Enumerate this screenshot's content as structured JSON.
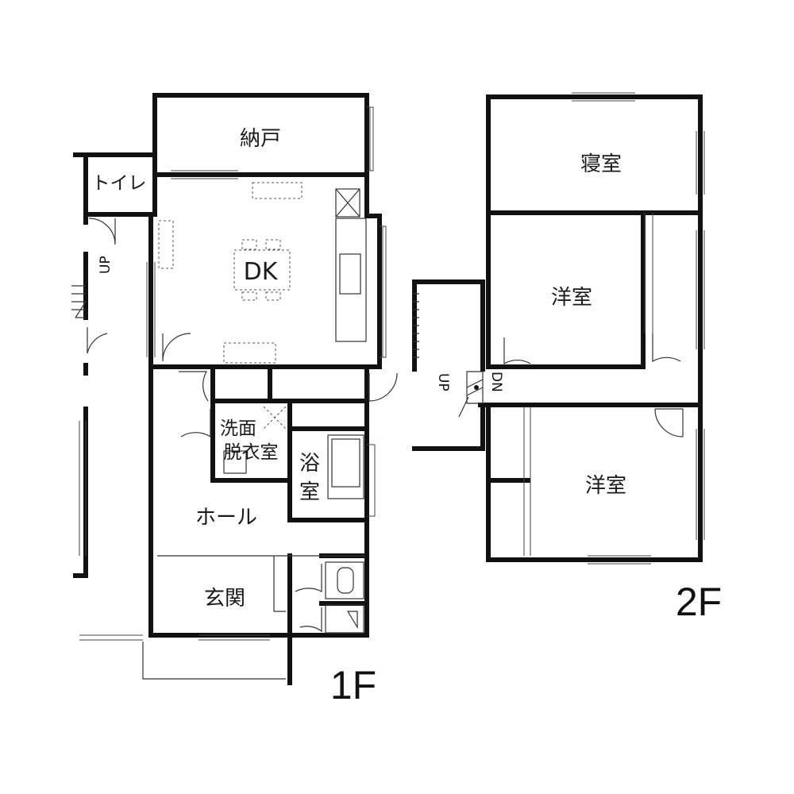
{
  "floors": {
    "first": {
      "label": "1F",
      "rooms": {
        "storage": "納戸",
        "toilet": "トイレ",
        "dining_kitchen": "DK",
        "washroom_line1": "洗面",
        "washroom_line2": "脱衣室",
        "bath_line1": "浴",
        "bath_line2": "室",
        "hall": "ホール",
        "entrance": "玄関"
      },
      "stairs": {
        "up": "UP"
      }
    },
    "second": {
      "label": "2F",
      "rooms": {
        "bedroom": "寝室",
        "western_room_1": "洋室",
        "western_room_2": "洋室"
      },
      "stairs": {
        "up": "UP",
        "down": "DN"
      }
    }
  }
}
